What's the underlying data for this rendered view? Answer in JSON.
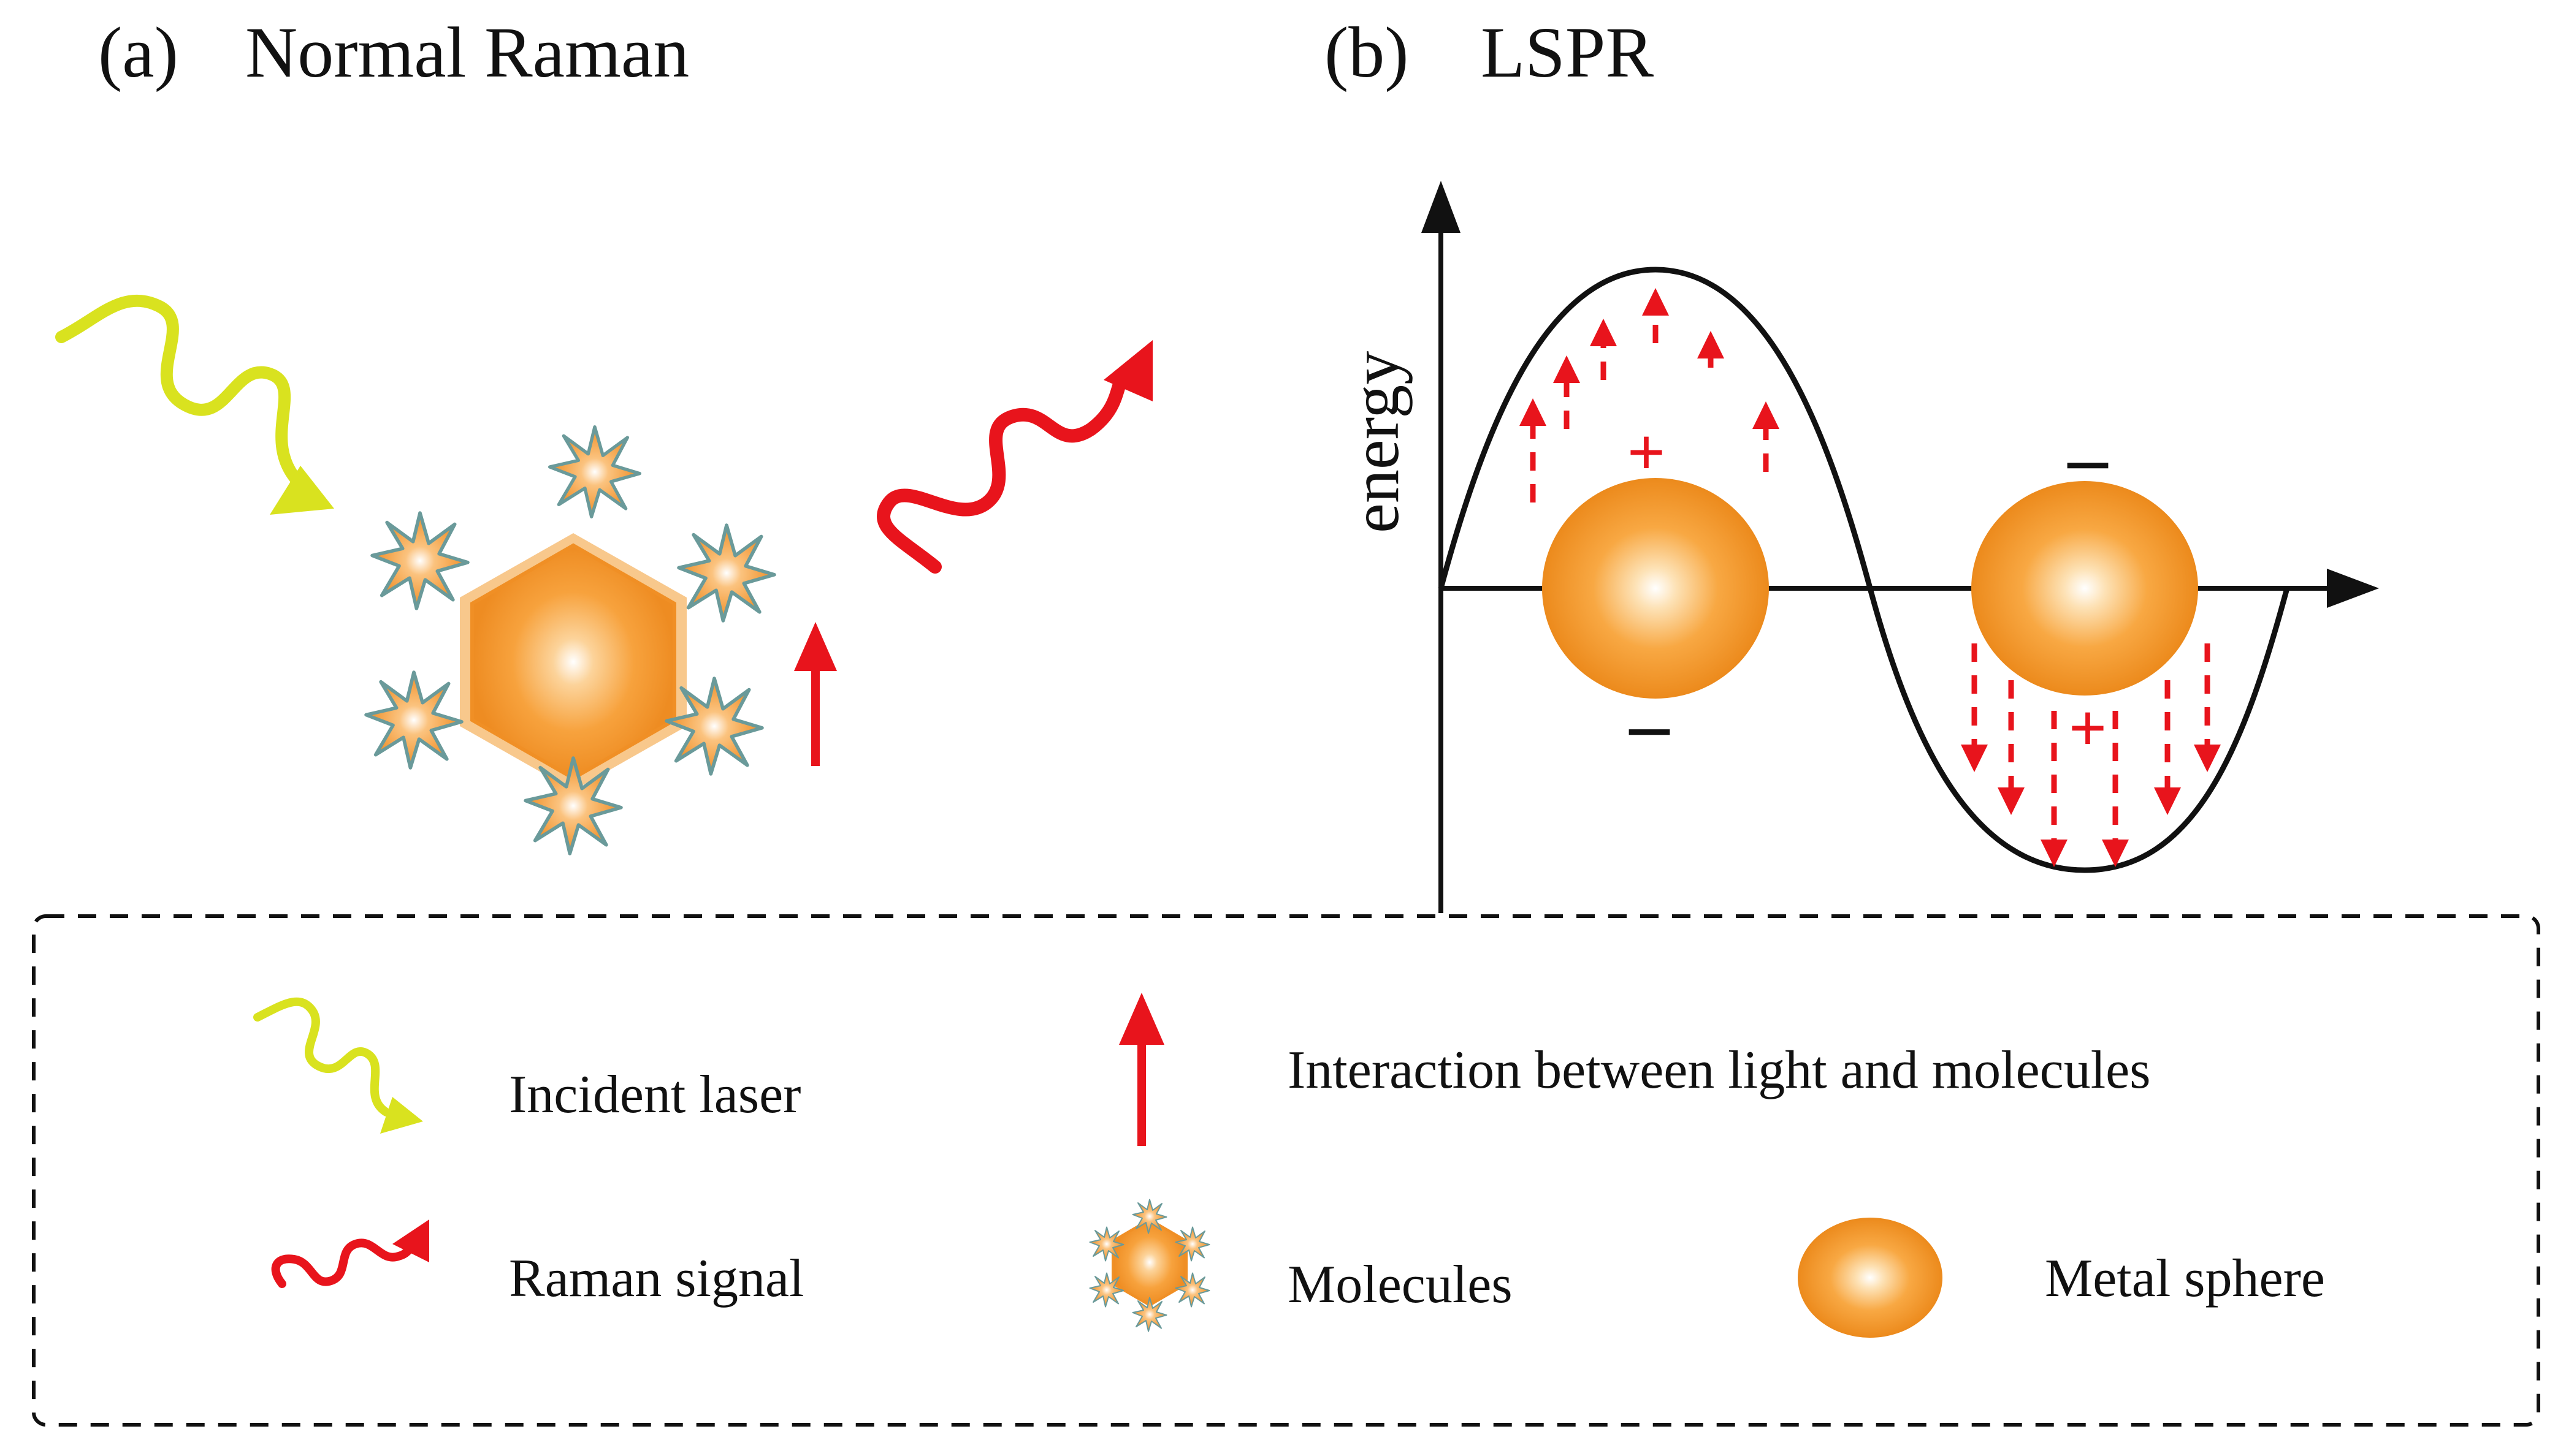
{
  "panels": {
    "a": {
      "label": "(a)",
      "title": "Normal Raman"
    },
    "b": {
      "label": "(b)",
      "title": "LSPR",
      "y_axis_label": "energy"
    }
  },
  "charges": {
    "plus": "+",
    "minus": "–"
  },
  "legend": {
    "incident_laser": "Incident laser",
    "raman_signal": "Raman signal",
    "interaction": "Interaction between light and molecules",
    "molecules": "Molecules",
    "metal_sphere": "Metal sphere"
  },
  "icons": [
    "incident-laser-icon",
    "raman-signal-icon",
    "interaction-arrow-icon",
    "molecule-icon",
    "metal-sphere-icon"
  ],
  "colors": {
    "laser": "#d9e21f",
    "signal": "#e8141c",
    "sphere_light": "#fff6e6",
    "sphere_mid": "#f7a43a",
    "sphere_dark": "#e8861a",
    "line": "#111111"
  }
}
